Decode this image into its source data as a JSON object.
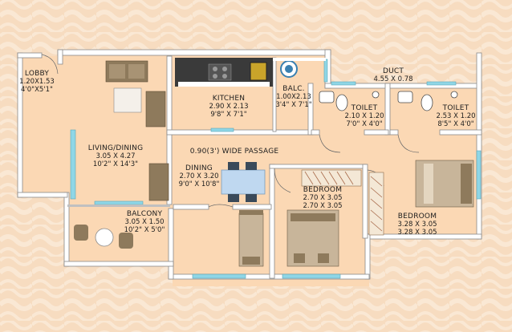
{
  "rooms": {
    "lobby": {
      "name": "LOBBY",
      "dim_m": "1.20X1.53",
      "dim_ft": "4'0\"X5'1\""
    },
    "kitchen": {
      "name": "KITCHEN",
      "dim_m": "2.90 X 2.13",
      "dim_ft": "9'8\" X 7'1\""
    },
    "balc": {
      "name": "BALC.",
      "dim_m": "1.00X2.13",
      "dim_ft": "3'4\" X 7'1\""
    },
    "duct": {
      "name": "DUCT",
      "dim_m": "4.55 X 0.78"
    },
    "toilet1": {
      "name": "TOILET",
      "dim_m": "2.10 X 1.20",
      "dim_ft": "7'0\" X 4'0\""
    },
    "toilet2": {
      "name": "TOILET",
      "dim_m": "2.53 X 1.20",
      "dim_ft": "8'5\" X 4'0\""
    },
    "living": {
      "name": "LIVING/DINING",
      "dim_m": "3.05 X 4.27",
      "dim_ft": "10'2\" X 14'3\""
    },
    "passage": {
      "name": "0.90(3') WIDE PASSAGE"
    },
    "dining": {
      "name": "DINING",
      "dim_m": "2.70 X 3.20",
      "dim_ft": "9'0\" X 10'8\""
    },
    "balcony": {
      "name": "BALCONY",
      "dim_m": "3.05 X 1.50",
      "dim_ft": "10'2\" X 5'0\""
    },
    "bedroom1": {
      "name": "BEDROOM",
      "dim_m": "2.70 X 3.05",
      "dim_ft": "2.70 X 3.05"
    },
    "bedroom2": {
      "name": "BEDROOM",
      "dim_m": "3.28 X 3.05",
      "dim_ft": "3.28 X 3.05"
    }
  },
  "colors": {
    "background": "#f7dcc0",
    "floor": "#fbd8b4",
    "wall": "#ffffff",
    "wall_edge": "#8a8a8a",
    "window": "#8fd6e6",
    "furniture": "#8e7a5c",
    "furniture_light": "#c8b59a",
    "counter": "#3a3a3a"
  }
}
